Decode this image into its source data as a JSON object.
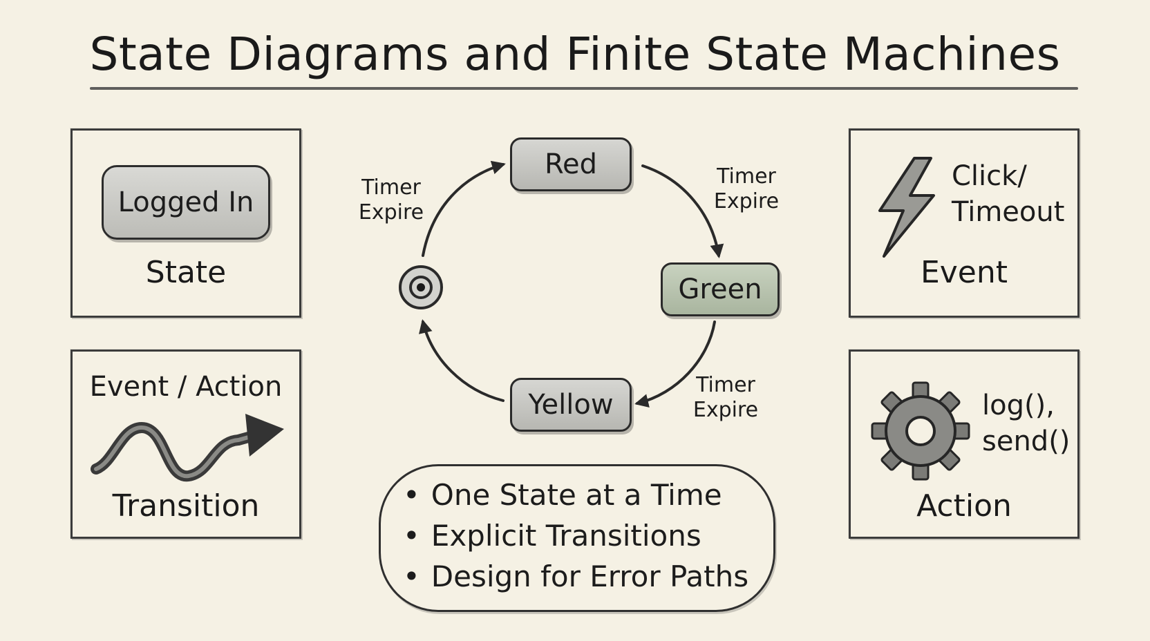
{
  "title": "State Diagrams and Finite State Machines",
  "panels": {
    "state": {
      "pill_label": "Logged In",
      "caption": "State"
    },
    "transition": {
      "label": "Event / Action",
      "caption": "Transition"
    },
    "event": {
      "line1": "Click/",
      "line2": "Timeout",
      "caption": "Event",
      "icon": "lightning-bolt-icon"
    },
    "action": {
      "line1": "log(),",
      "line2": "send()",
      "caption": "Action",
      "icon": "gear-icon"
    }
  },
  "fsm": {
    "states": [
      "Red",
      "Green",
      "Yellow"
    ],
    "initial_marker_icon": "initial-state-icon",
    "transitions": [
      {
        "from": "initial",
        "to": "Red",
        "line1": "Timer",
        "line2": "Expire"
      },
      {
        "from": "Red",
        "to": "Green",
        "line1": "Timer",
        "line2": "Expire"
      },
      {
        "from": "Green",
        "to": "Yellow",
        "line1": "Timer",
        "line2": "Expire"
      }
    ]
  },
  "summary": {
    "bullets": [
      "One State at a Time",
      "Explicit Transitions",
      "Design for Error Paths"
    ]
  },
  "colors": {
    "paper": "#f5f1e4",
    "ink": "#1c1c1c",
    "node_fill": "#c7c7c2",
    "green_node_fill": "#b3bea8"
  }
}
